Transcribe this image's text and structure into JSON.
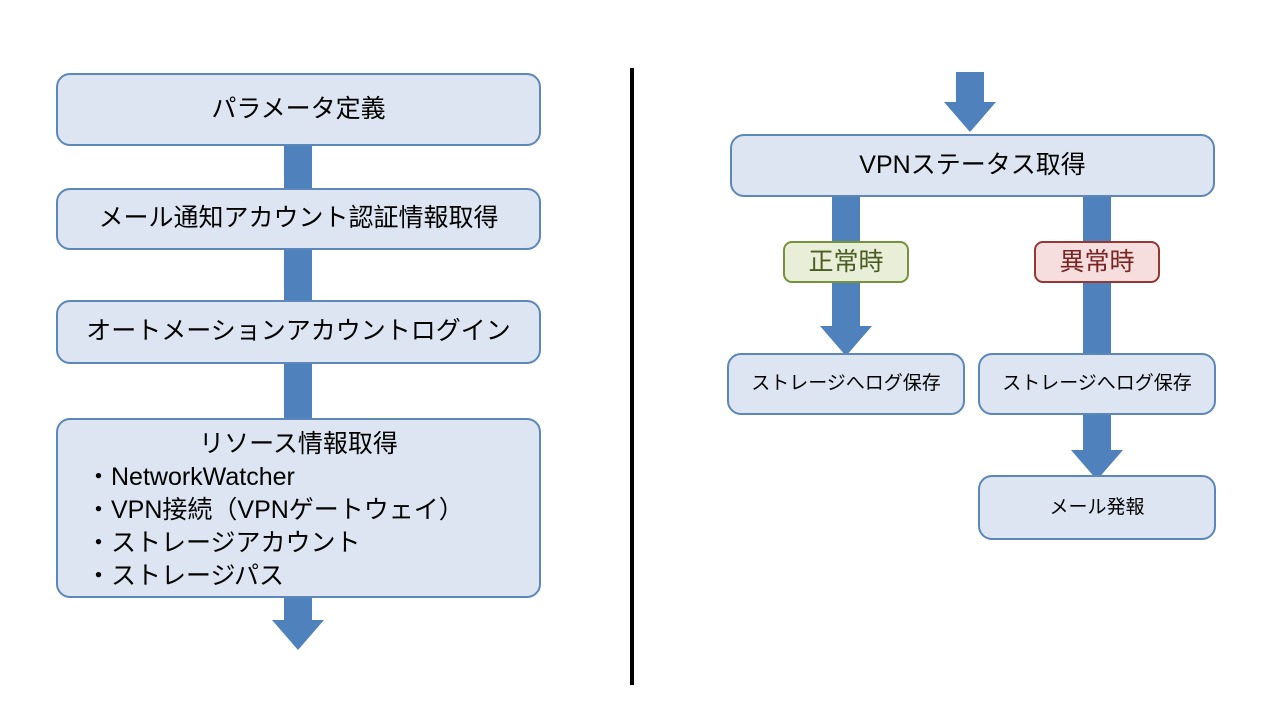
{
  "diagram": {
    "title": "Azure VPN monitoring runbook flow",
    "colors": {
      "node_fill": "#dce5f1",
      "node_border": "#5c87b8",
      "connector": "#4f81bd",
      "normal_fill": "#e9eed8",
      "normal_border": "#76923c",
      "normal_text": "#4a5d23",
      "abnormal_fill": "#f5dedd",
      "abnormal_border": "#953735",
      "abnormal_text": "#7b2422",
      "divider": "#000000"
    },
    "divider": {
      "name": "vertical-divider"
    }
  },
  "left_column": {
    "nodes": [
      {
        "id": "param",
        "label": "パラメータ定義"
      },
      {
        "id": "mailacct",
        "label": "メール通知アカウント認証情報取得"
      },
      {
        "id": "autoacct",
        "label": "オートメーションアカウントログイン"
      },
      {
        "id": "resource",
        "label": "リソース情報取得",
        "items": [
          "・NetworkWatcher",
          "・VPN接続（VPNゲートウェイ）",
          "・ストレージアカウント",
          "・ストレージパス"
        ]
      }
    ],
    "connectors": [
      {
        "name": "connector-param-to-mailacct",
        "type": "bar"
      },
      {
        "name": "connector-mailacct-to-autoacct",
        "type": "bar"
      },
      {
        "name": "connector-autoacct-to-resource",
        "type": "bar"
      },
      {
        "name": "connector-resource-to-next",
        "type": "arrow"
      }
    ]
  },
  "right_column": {
    "entry_arrow": {
      "name": "entry-arrow-into-vpnstatus"
    },
    "nodes": [
      {
        "id": "vpnstatus",
        "label": "VPNステータス取得"
      },
      {
        "id": "log-ok",
        "label": "ストレージへログ保存"
      },
      {
        "id": "log-ng",
        "label": "ストレージへログ保存"
      },
      {
        "id": "mail",
        "label": "メール発報"
      }
    ],
    "branches": [
      {
        "id": "normal",
        "label": "正常時"
      },
      {
        "id": "abnormal",
        "label": "異常時"
      }
    ],
    "connectors": [
      {
        "name": "connector-vpnstatus-to-normal",
        "type": "bar"
      },
      {
        "name": "connector-normal-to-log-ok",
        "type": "arrow"
      },
      {
        "name": "connector-vpnstatus-to-abnormal",
        "type": "bar"
      },
      {
        "name": "connector-abnormal-to-log-ng",
        "type": "bar"
      },
      {
        "name": "connector-log-ng-to-mail",
        "type": "arrow"
      }
    ]
  }
}
